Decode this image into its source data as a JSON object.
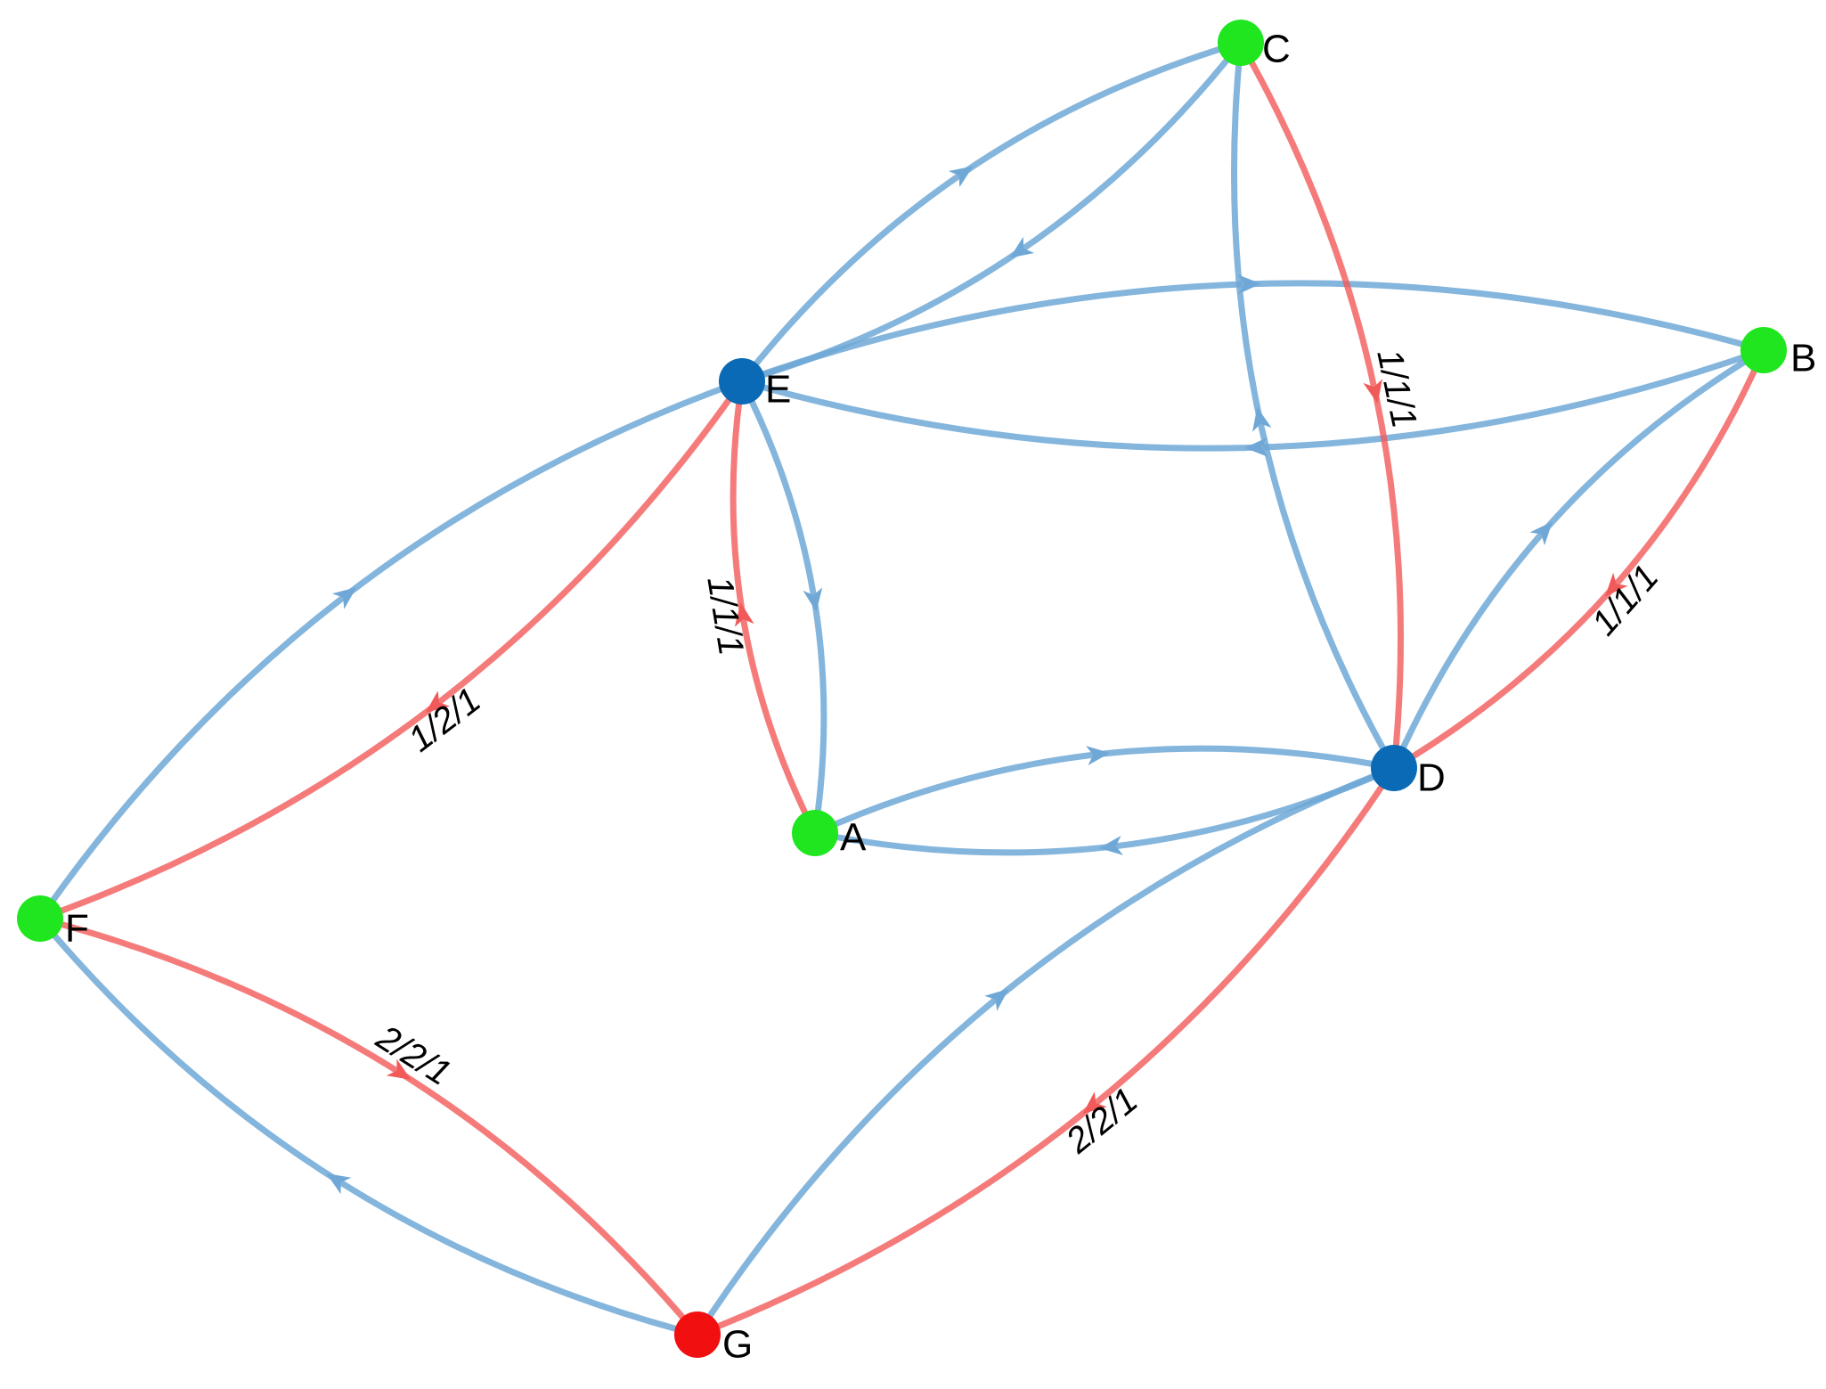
{
  "colors": {
    "edge_blue": "#6fa8d6",
    "edge_red": "#f25a5a",
    "node_green": "#1fe61f",
    "node_blue": "#0a6ab5",
    "node_red": "#f20f0f"
  },
  "nodes": [
    {
      "id": "A",
      "label": "A",
      "color": "#1fe61f"
    },
    {
      "id": "B",
      "label": "B",
      "color": "#1fe61f"
    },
    {
      "id": "C",
      "label": "C",
      "color": "#1fe61f"
    },
    {
      "id": "D",
      "label": "D",
      "color": "#0a6ab5"
    },
    {
      "id": "E",
      "label": "E",
      "color": "#0a6ab5"
    },
    {
      "id": "F",
      "label": "F",
      "color": "#1fe61f"
    },
    {
      "id": "G",
      "label": "G",
      "color": "#f20f0f"
    }
  ],
  "edges": [
    {
      "from": "C",
      "to": "E",
      "color": "blue",
      "label": ""
    },
    {
      "from": "E",
      "to": "C",
      "color": "blue",
      "label": ""
    },
    {
      "from": "B",
      "to": "E",
      "color": "blue",
      "label": ""
    },
    {
      "from": "E",
      "to": "B",
      "color": "blue",
      "label": ""
    },
    {
      "from": "C",
      "to": "D",
      "color": "red",
      "label": "1/1/1"
    },
    {
      "from": "D",
      "to": "C",
      "color": "blue",
      "label": ""
    },
    {
      "from": "B",
      "to": "D",
      "color": "red",
      "label": "1/1/1"
    },
    {
      "from": "D",
      "to": "B",
      "color": "blue",
      "label": ""
    },
    {
      "from": "E",
      "to": "A",
      "color": "blue",
      "label": ""
    },
    {
      "from": "A",
      "to": "E",
      "color": "red",
      "label": "1/1/1"
    },
    {
      "from": "D",
      "to": "A",
      "color": "blue",
      "label": ""
    },
    {
      "from": "A",
      "to": "D",
      "color": "blue",
      "label": ""
    },
    {
      "from": "E",
      "to": "F",
      "color": "red",
      "label": "1/2/1"
    },
    {
      "from": "F",
      "to": "E",
      "color": "blue",
      "label": ""
    },
    {
      "from": "F",
      "to": "G",
      "color": "red",
      "label": "2/2/1"
    },
    {
      "from": "G",
      "to": "F",
      "color": "blue",
      "label": ""
    },
    {
      "from": "D",
      "to": "G",
      "color": "red",
      "label": "2/2/1"
    },
    {
      "from": "G",
      "to": "D",
      "color": "blue",
      "label": ""
    }
  ]
}
